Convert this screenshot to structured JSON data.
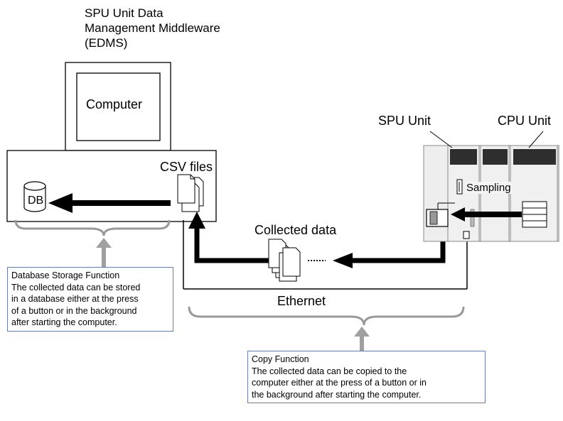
{
  "middleware": {
    "title_lines": [
      "SPU Unit Data",
      "Management Middleware",
      "(EDMS)"
    ]
  },
  "computer": {
    "label": "Computer",
    "csv_label": "CSV files",
    "db_label": "DB"
  },
  "plc": {
    "spu_label": "SPU Unit",
    "cpu_label": "CPU Unit",
    "sampling_label": "Sampling"
  },
  "flow": {
    "collected_data_label": "Collected data",
    "network_label": "Ethernet"
  },
  "notes": {
    "database_storage": {
      "lines": [
        "Database Storage Function",
        "The collected data can be stored",
        "in a database either at the press",
        "of a button or in the background",
        "after starting the computer."
      ]
    },
    "copy": {
      "lines": [
        "Copy Function",
        "The collected data can be copied to the",
        "computer either at the press of a button or in",
        "the background after starting the computer."
      ]
    }
  }
}
